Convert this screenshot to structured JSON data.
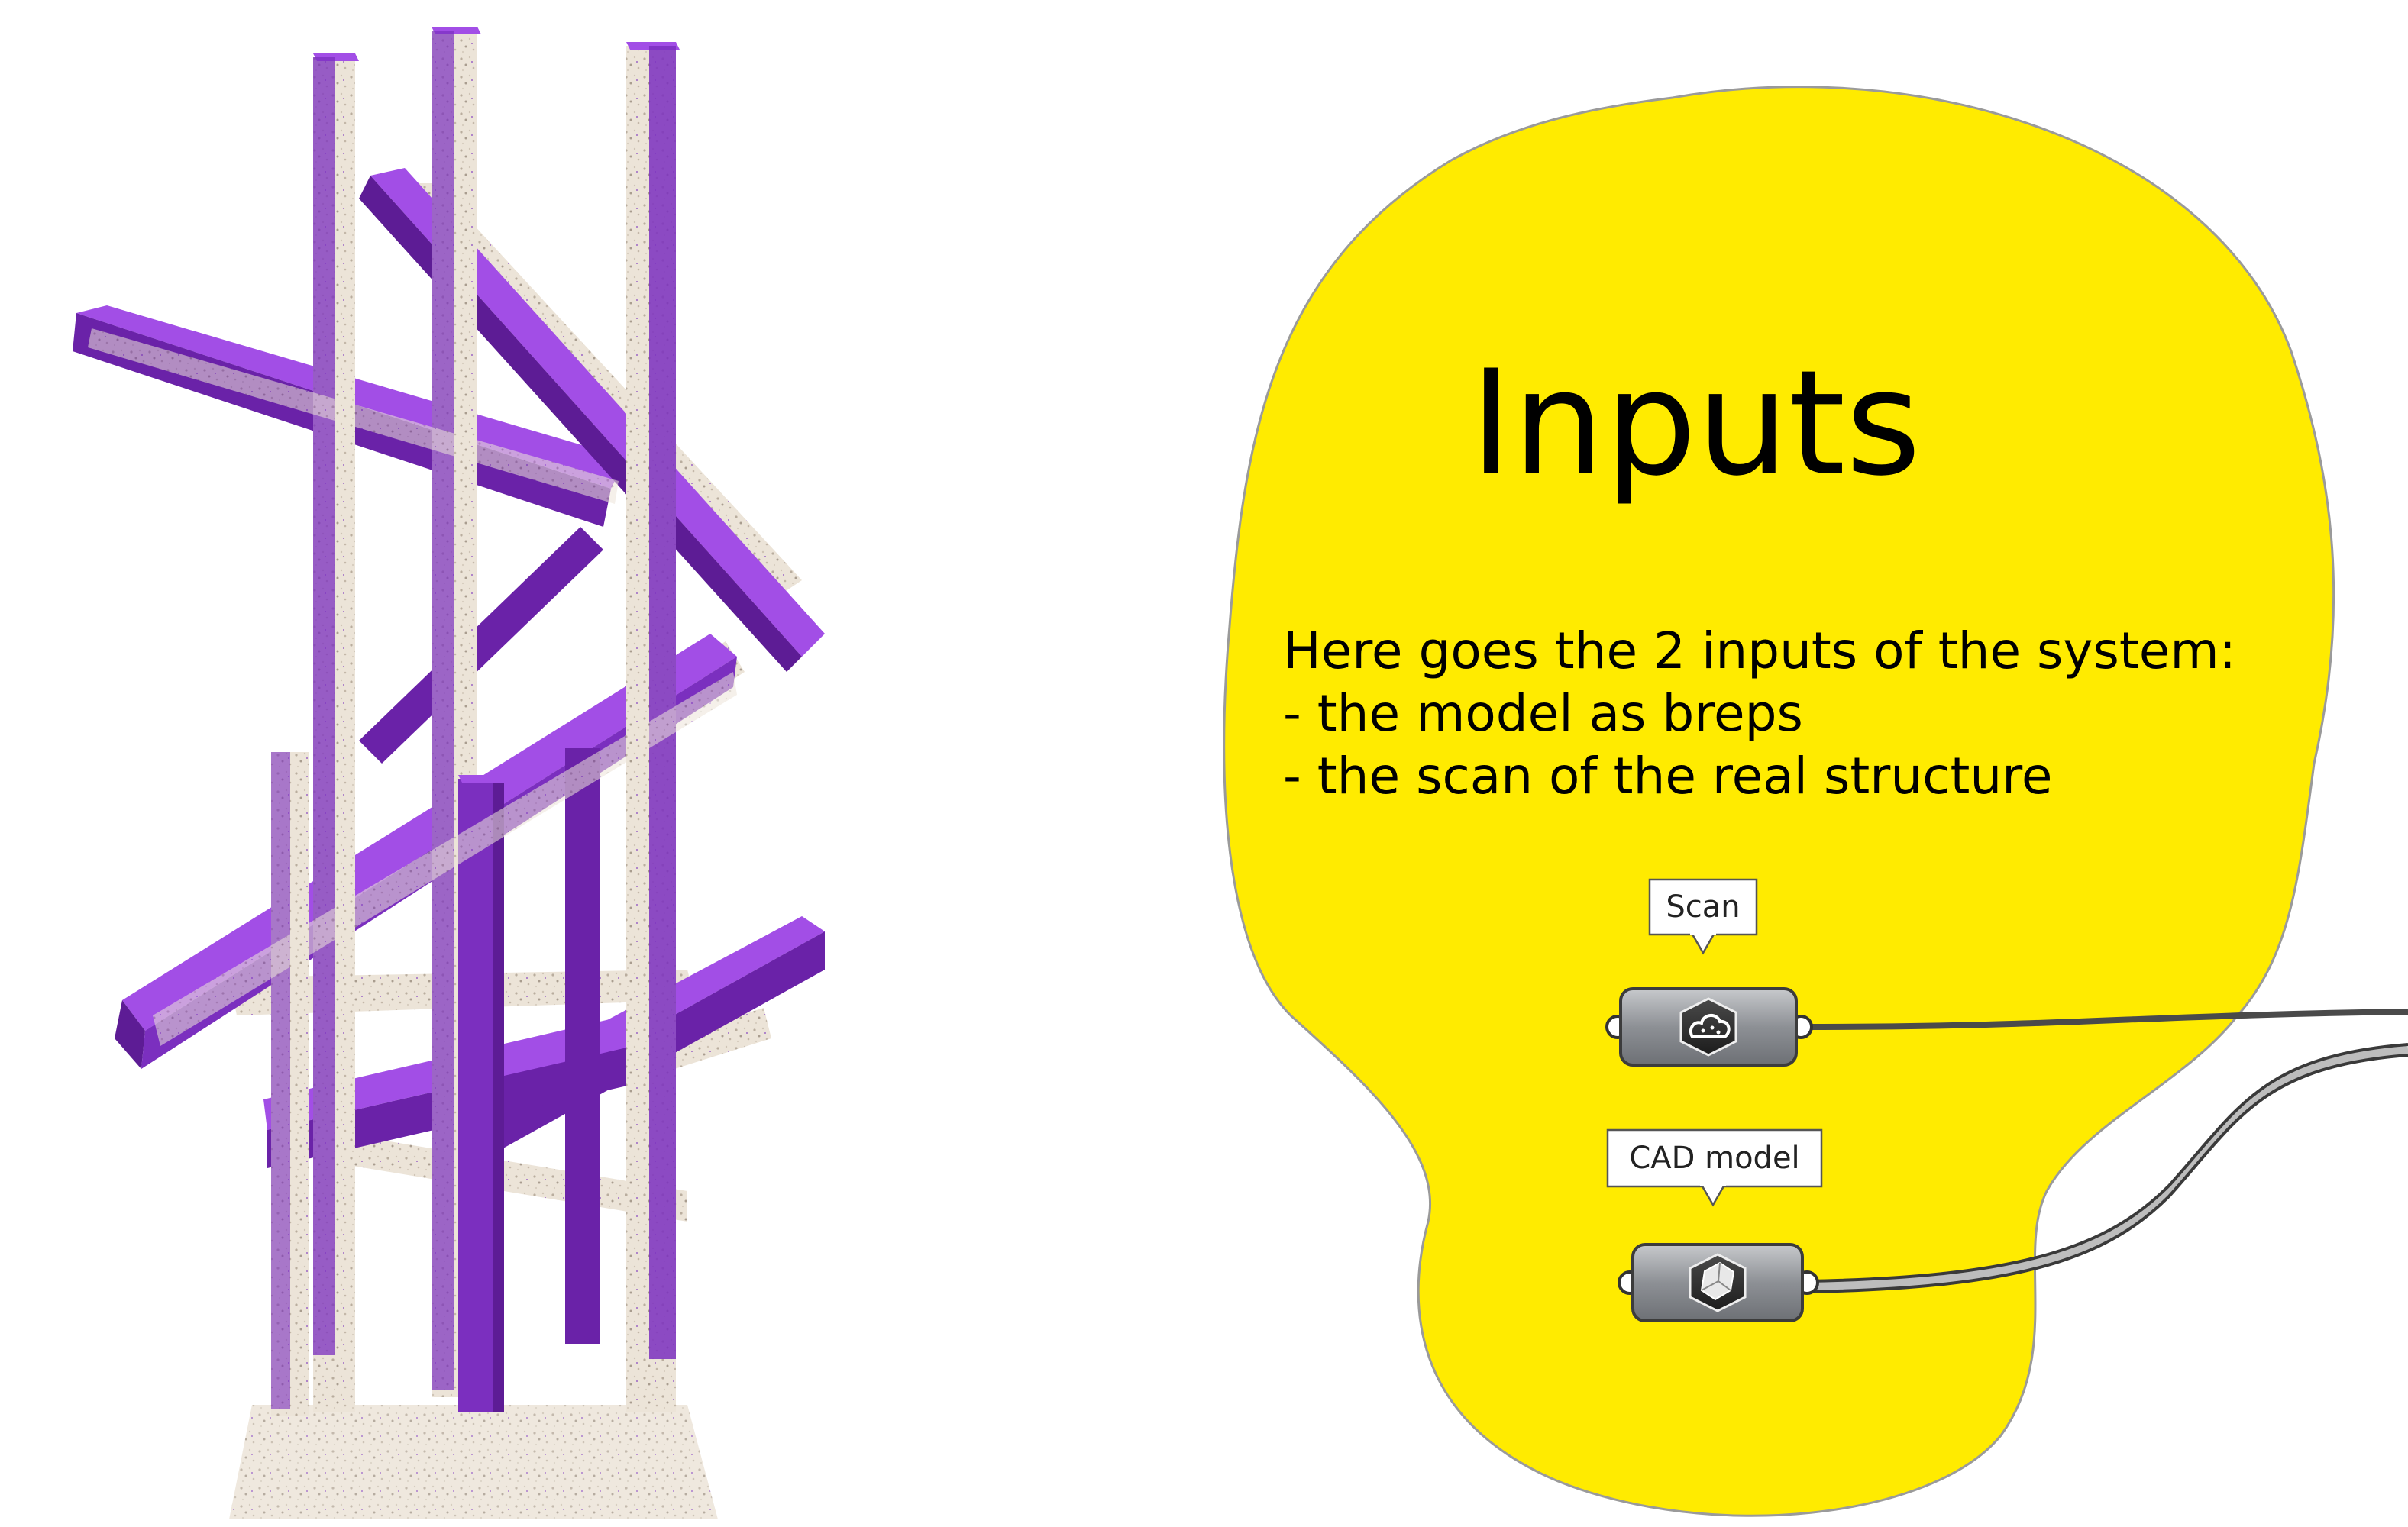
{
  "group": {
    "title": "Inputs",
    "description_lines": [
      "Here goes the 2 inputs of the system:",
      "- the model as breps",
      "- the scan of the real structure"
    ],
    "blob_color": "#ffeb00"
  },
  "params": [
    {
      "tag": "Scan",
      "icon": "point-cloud-icon"
    },
    {
      "tag": "CAD model",
      "icon": "brep-icon"
    }
  ],
  "colors": {
    "beam_purple": "#7b2fbf",
    "beam_purple_top": "#a24ee6",
    "scan_points": "#e8dfd3",
    "component_body": "#8f9297",
    "wire": "#5a5a5a"
  }
}
